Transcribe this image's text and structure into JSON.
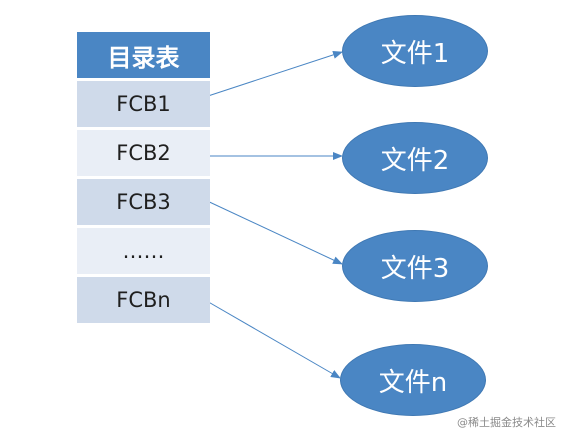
{
  "table": {
    "header": "目录表",
    "rows": [
      "FCB1",
      "FCB2",
      "FCB3",
      "……",
      "FCBn"
    ]
  },
  "files": [
    "文件1",
    "文件2",
    "文件3",
    "文件n"
  ],
  "colors": {
    "accent": "#4a86c4",
    "row_dark": "#cfdaea",
    "row_light": "#e9eef6",
    "arrow": "#4a86c4"
  },
  "watermark": "@稀土掘金技术社区"
}
